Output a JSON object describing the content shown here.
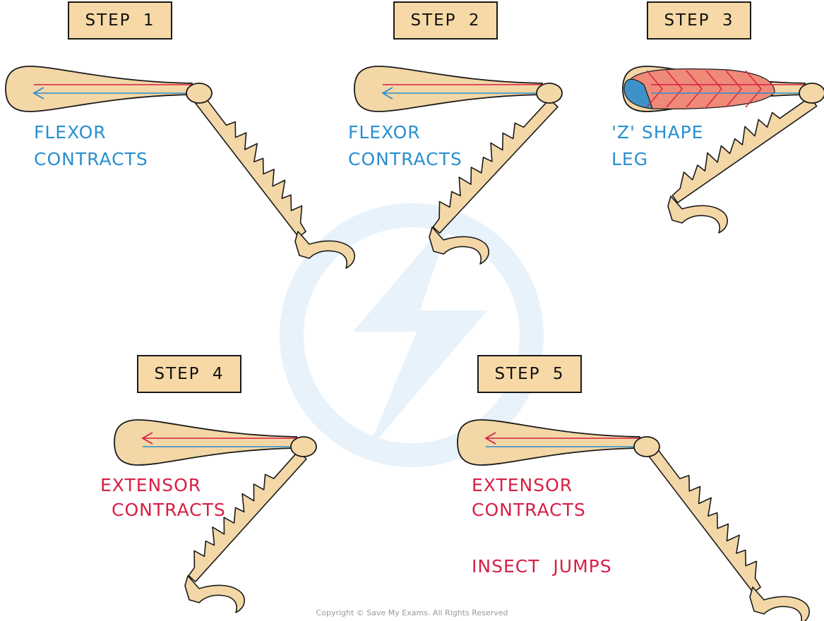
{
  "colors": {
    "flexor": "#2a8fd0",
    "extensor": "#d71f45",
    "leg_fill": "#f3d7a6",
    "leg_stroke": "#1a1a1a",
    "muscle_red": "#ef8a78",
    "muscle_blue": "#3f92c8",
    "step_box_fill": "#f6d9a6",
    "watermark": "#e8f2fa"
  },
  "watermark_icon": "lightning-bolt-icon",
  "steps": [
    {
      "title": "STEP 1",
      "lines": [
        "FLEXOR",
        "CONTRACTS"
      ],
      "text_color": "flexor",
      "pose": "extended"
    },
    {
      "title": "STEP 2",
      "lines": [
        "FLEXOR",
        "CONTRACTS"
      ],
      "text_color": "flexor",
      "pose": "flexing"
    },
    {
      "title": "STEP 3",
      "lines": [
        "'Z' SHAPE",
        "LEG"
      ],
      "text_color": "flexor",
      "pose": "z-shape"
    },
    {
      "title": "STEP 4",
      "lines": [
        "EXTENSOR",
        "CONTRACTS"
      ],
      "text_color": "extensor",
      "pose": "flexing"
    },
    {
      "title": "STEP 5",
      "lines": [
        "EXTENSOR",
        "CONTRACTS",
        "INSECT JUMPS"
      ],
      "text_color": "extensor",
      "pose": "extended"
    }
  ],
  "copyright": "Copyright © Save My Exams. All Rights Reserved"
}
